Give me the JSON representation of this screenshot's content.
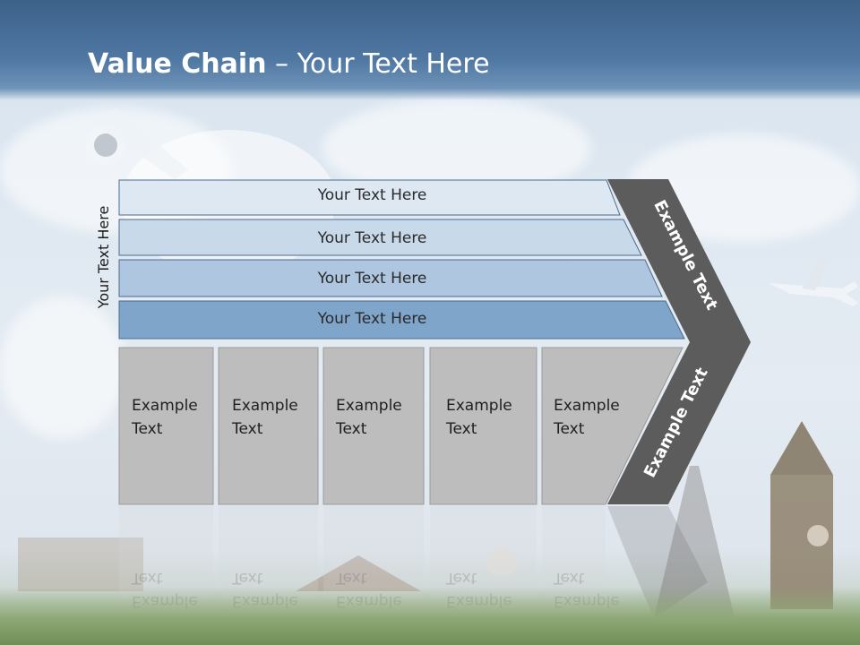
{
  "title": {
    "bold": "Value Chain",
    "rest": " – Your Text Here"
  },
  "side_label": "Your Text Here",
  "bars": [
    {
      "label": "Your Text Here"
    },
    {
      "label": "Your Text Here"
    },
    {
      "label": "Your Text Here"
    },
    {
      "label": "Your Text Here"
    }
  ],
  "columns": [
    {
      "line1": "Example",
      "line2": "Text"
    },
    {
      "line1": "Example",
      "line2": "Text"
    },
    {
      "line1": "Example",
      "line2": "Text"
    },
    {
      "line1": "Example",
      "line2": "Text"
    },
    {
      "line1": "Example",
      "line2": "Text"
    }
  ],
  "chevron": {
    "upper": "Example Text",
    "lower": "Example Text"
  },
  "colors": {
    "bar1": "#dde8f2",
    "bar2": "#c8d9ea",
    "bar3": "#aec6df",
    "bar4": "#7fa5cb",
    "box": "#bdbdbd",
    "chevron": "#5c5c5c"
  }
}
